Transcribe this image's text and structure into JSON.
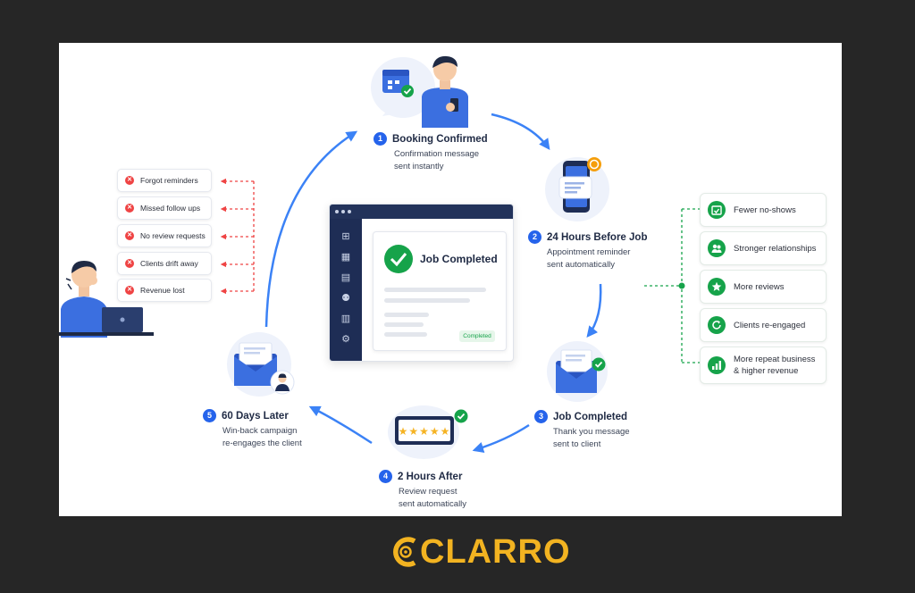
{
  "steps": [
    {
      "num": "1",
      "title": "Booking Confirmed",
      "desc": [
        "Confirmation message",
        "sent instantly"
      ]
    },
    {
      "num": "2",
      "title": "24 Hours Before Job",
      "desc": [
        "Appointment reminder",
        "sent automatically"
      ]
    },
    {
      "num": "3",
      "title": "Job Completed",
      "desc": [
        "Thank you message",
        "sent to client"
      ]
    },
    {
      "num": "4",
      "title": "2 Hours After",
      "desc": [
        "Review request",
        "sent automatically"
      ]
    },
    {
      "num": "5",
      "title": "60 Days Later",
      "desc": [
        "Win-back campaign",
        "re-engages the client"
      ]
    }
  ],
  "center_card": {
    "title": "Job Completed",
    "badge": "Completed"
  },
  "problems": [
    "Forgot reminders",
    "Missed follow ups",
    "No review requests",
    "Clients drift away",
    "Revenue lost"
  ],
  "benefits": [
    {
      "lines": [
        "Fewer no-shows"
      ],
      "icon": "calendar-check-icon"
    },
    {
      "lines": [
        "Stronger relationships"
      ],
      "icon": "people-icon"
    },
    {
      "lines": [
        "More reviews"
      ],
      "icon": "star-icon"
    },
    {
      "lines": [
        "Clients re-engaged"
      ],
      "icon": "refresh-icon"
    },
    {
      "lines": [
        "More repeat business",
        "& higher revenue"
      ],
      "icon": "bar-chart-icon"
    }
  ],
  "brand": {
    "name": "CLARRO"
  },
  "colors": {
    "accent_blue": "#2563eb",
    "success_green": "#16a34a",
    "danger_red": "#ef4444",
    "dark_navy": "#1e2d55",
    "brand_gold": "#f2b321"
  }
}
